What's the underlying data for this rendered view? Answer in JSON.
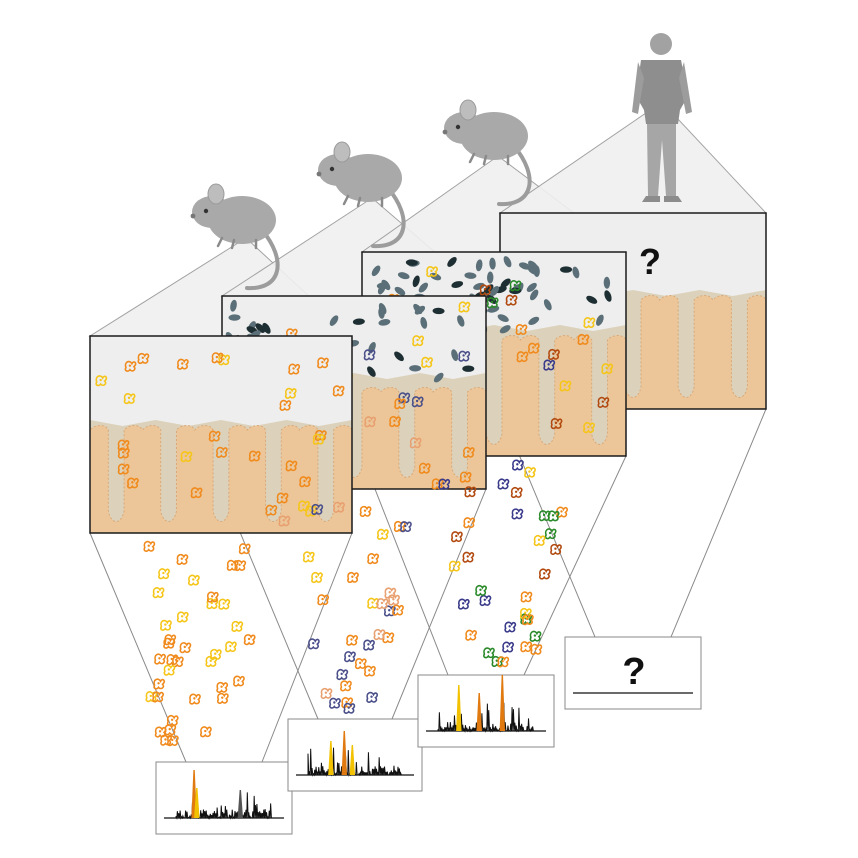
{
  "panels": [
    {
      "id": "mouse-1",
      "subject": "mouse",
      "microbes": "low-diversity"
    },
    {
      "id": "mouse-2",
      "subject": "mouse",
      "microbes": "medium-diversity"
    },
    {
      "id": "mouse-3",
      "subject": "mouse",
      "microbes": "high-diversity"
    },
    {
      "id": "human",
      "subject": "human",
      "microbes": "unknown"
    }
  ],
  "unknown_tissue_label": "?",
  "unknown_spectrum_label": "?",
  "colors": {
    "lumen": "#eeeeee",
    "mucus": "#dcd2bb",
    "tissue": "#ecc698",
    "microbe_orange": "#f08a1c",
    "microbe_yellow": "#f5c518",
    "microbe_darkred": "#b24a10",
    "bacteria_slate": "#5b6f78",
    "spectrum_line": "#111111",
    "spectrum_highlight_yellow": "#f2c200",
    "spectrum_highlight_orange": "#e07a10",
    "silhouette": "#a9a9a9"
  },
  "icons": [
    "mouse-icon",
    "human-icon",
    "spectrum-icon"
  ]
}
